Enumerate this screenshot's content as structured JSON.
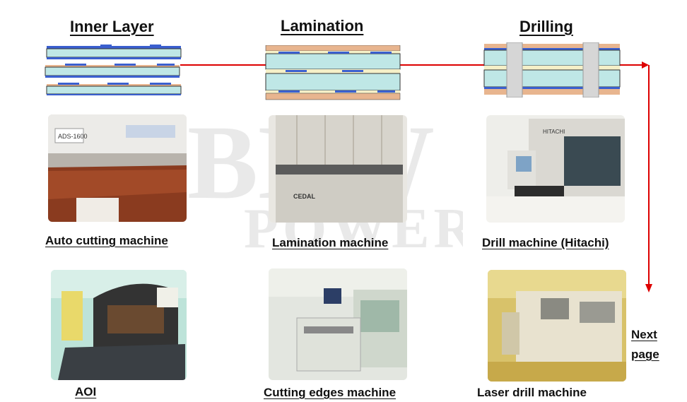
{
  "headers": {
    "inner_layer": "Inner Layer",
    "lamination": "Lamination",
    "drilling": "Drilling"
  },
  "machines": {
    "auto_cutting": "Auto cutting machine",
    "lamination": "Lamination machine",
    "drill_hitachi": "Drill machine (Hitachi)",
    "aoi": "AOI",
    "cutting_edges": "Cutting edges machine",
    "laser_drill": "Laser drill machine"
  },
  "photo_text": {
    "ads_sign": "ADS-1600",
    "cedal_sign": "CEDAL",
    "hitachi_sign": "HITACHI"
  },
  "watermark_text": {
    "line1": "BEW",
    "line2": "POWER"
  },
  "navigation": {
    "next_page": "Next page"
  },
  "colors": {
    "flow_arrow": "#dd0000",
    "core_fill": "#bfe7e6",
    "copper_blue": "#3a5fcf",
    "prepreg": "#e8b58f",
    "hole_fill": "#d6d6d6"
  }
}
